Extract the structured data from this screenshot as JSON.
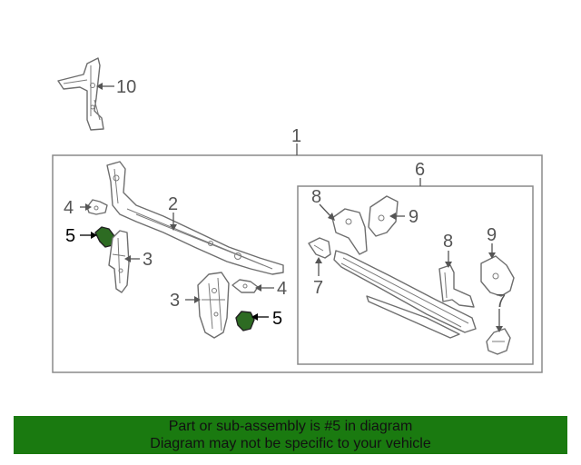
{
  "diagram": {
    "callouts": {
      "c1": "1",
      "c2": "2",
      "c3a": "3",
      "c3b": "3",
      "c4a": "4",
      "c4b": "4",
      "c5a": "5",
      "c5b": "5",
      "c6": "6",
      "c7a": "7",
      "c7b": "7",
      "c8a": "8",
      "c8b": "8",
      "c9a": "9",
      "c9b": "9",
      "c10": "10"
    },
    "highlighted_part": "5"
  },
  "banner": {
    "line1": "Part or sub-assembly is #5 in diagram",
    "line2": "Diagram may not be specific to your vehicle"
  },
  "colors": {
    "banner_bg": "#1a7a10",
    "highlight_part": "#2d6b22",
    "line_art": "#6e6e6e",
    "frame": "#8a8a8a",
    "background": "#ffffff"
  }
}
